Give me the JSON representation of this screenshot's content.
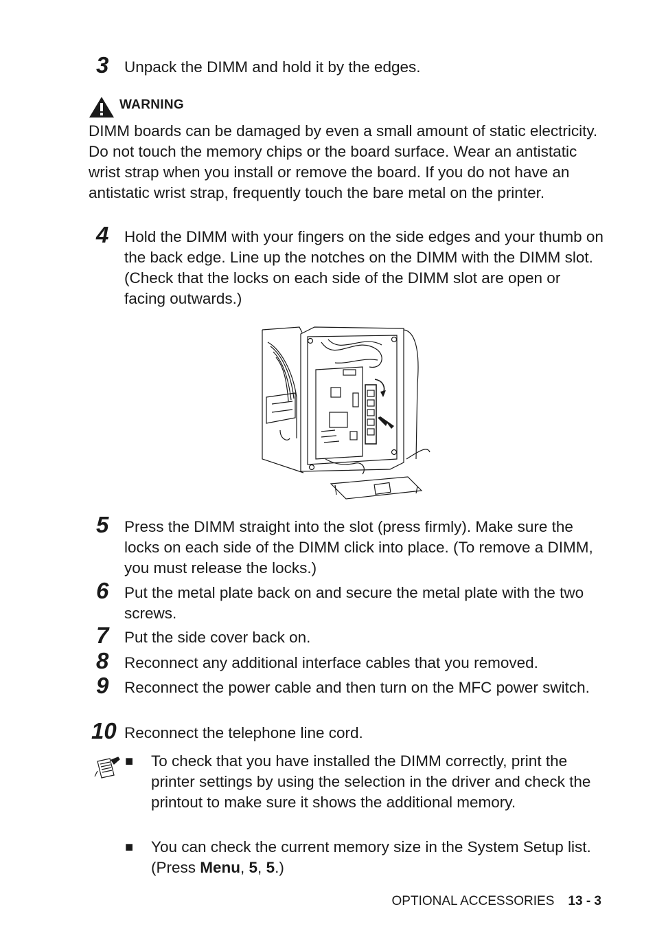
{
  "step3": {
    "num": "3",
    "text": "Unpack the DIMM and hold it by the edges."
  },
  "warning": {
    "title": "WARNING",
    "text": "DIMM boards can be damaged by even a small amount of static electricity. Do not touch the memory chips or the board surface. Wear an antistatic wrist strap when you install or remove the board. If you do not have an antistatic wrist strap, frequently touch the bare metal on the printer."
  },
  "step4": {
    "num": "4",
    "text": "Hold the DIMM with your fingers on the side edges and your thumb on the back edge. Line up the notches on the DIMM with the DIMM slot. (Check that the locks on each side of the DIMM slot are open or facing outwards.)"
  },
  "step5": {
    "num": "5",
    "text": "Press the DIMM straight into the slot (press firmly). Make sure the locks on each side of the DIMM click into place. (To remove a DIMM, you must release the locks.)"
  },
  "step6": {
    "num": "6",
    "text": "Put the metal plate back on and secure the metal plate with the two screws."
  },
  "step7": {
    "num": "7",
    "text": "Put the side cover back on."
  },
  "step8": {
    "num": "8",
    "text": "Reconnect any additional interface cables that you removed."
  },
  "step9": {
    "num": "9",
    "text": "Reconnect the power cable and then turn on the MFC power switch."
  },
  "step10": {
    "num": "10",
    "text": "Reconnect the telephone line cord."
  },
  "note": {
    "bullet": "■",
    "item1": "To check that you have installed the DIMM correctly, print the printer settings by using the selection in the driver and check the printout to make sure it shows the additional memory.",
    "item2_prefix": "You can check the current memory size in the System Setup list. (Press ",
    "item2_key1": "Menu",
    "item2_comma1": ", ",
    "item2_key2": "5",
    "item2_comma2": ", ",
    "item2_key3": "5",
    "item2_suffix": ".)"
  },
  "footer": {
    "section": "OPTIONAL ACCESSORIES",
    "page": "13 - 3"
  }
}
